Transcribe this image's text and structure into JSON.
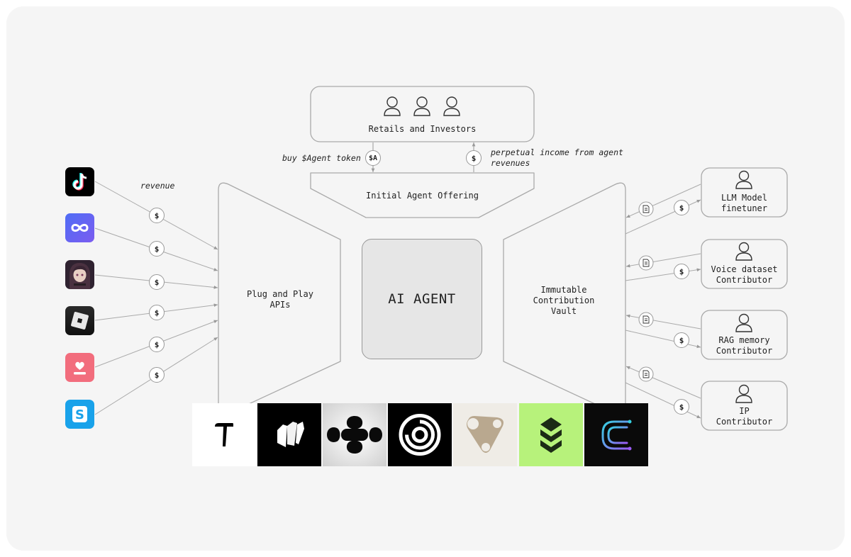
{
  "retail_box": {
    "label": "Retails and Investors"
  },
  "flows": {
    "buy": "buy $Agent token",
    "token_badge": "$A",
    "income_line1": "perpetual income from agent",
    "income_line2": "revenues",
    "revenue": "revenue"
  },
  "offering": {
    "label": "Initial Agent Offering"
  },
  "plug": {
    "line1": "Plug and Play",
    "line2": "APIs"
  },
  "agent": {
    "label": "AI AGENT"
  },
  "vault": {
    "line1": "Immutable",
    "line2": "Contribution",
    "line3": "Vault"
  },
  "contributors": [
    {
      "line1": "LLM Model",
      "line2": "finetuner"
    },
    {
      "line1": "Voice dataset",
      "line2": "Contributor"
    },
    {
      "line1": "RAG memory",
      "line2": "Contributor"
    },
    {
      "line1": "IP",
      "line2": "Contributor"
    }
  ],
  "dollar_symbol": "$",
  "apps": [
    {
      "icon": "tiktok-icon",
      "bg": "#000000"
    },
    {
      "icon": "infinity-icon",
      "bg": "#5b5cf0"
    },
    {
      "icon": "anime-character-icon",
      "bg": "#3b2a38"
    },
    {
      "icon": "roblox-icon",
      "bg": "#1a1a1a"
    },
    {
      "icon": "heart-chat-icon",
      "bg": "#f26d7d"
    },
    {
      "icon": "sandbox-s-icon",
      "bg": "#1aa0e8"
    }
  ],
  "logos": [
    {
      "icon": "t-letter-logo",
      "bg": "#ffffff"
    },
    {
      "icon": "stripes-logo",
      "bg": "#000000"
    },
    {
      "icon": "blob-network-logo",
      "bg": "#d8d8d8"
    },
    {
      "icon": "concentric-rings-logo",
      "bg": "#000000"
    },
    {
      "icon": "triangle-nodes-logo",
      "bg": "#efece6"
    },
    {
      "icon": "stacked-chevrons-logo",
      "bg": "#b8f27a"
    },
    {
      "icon": "circuit-c-logo",
      "bg": "#0a0a0a"
    }
  ]
}
